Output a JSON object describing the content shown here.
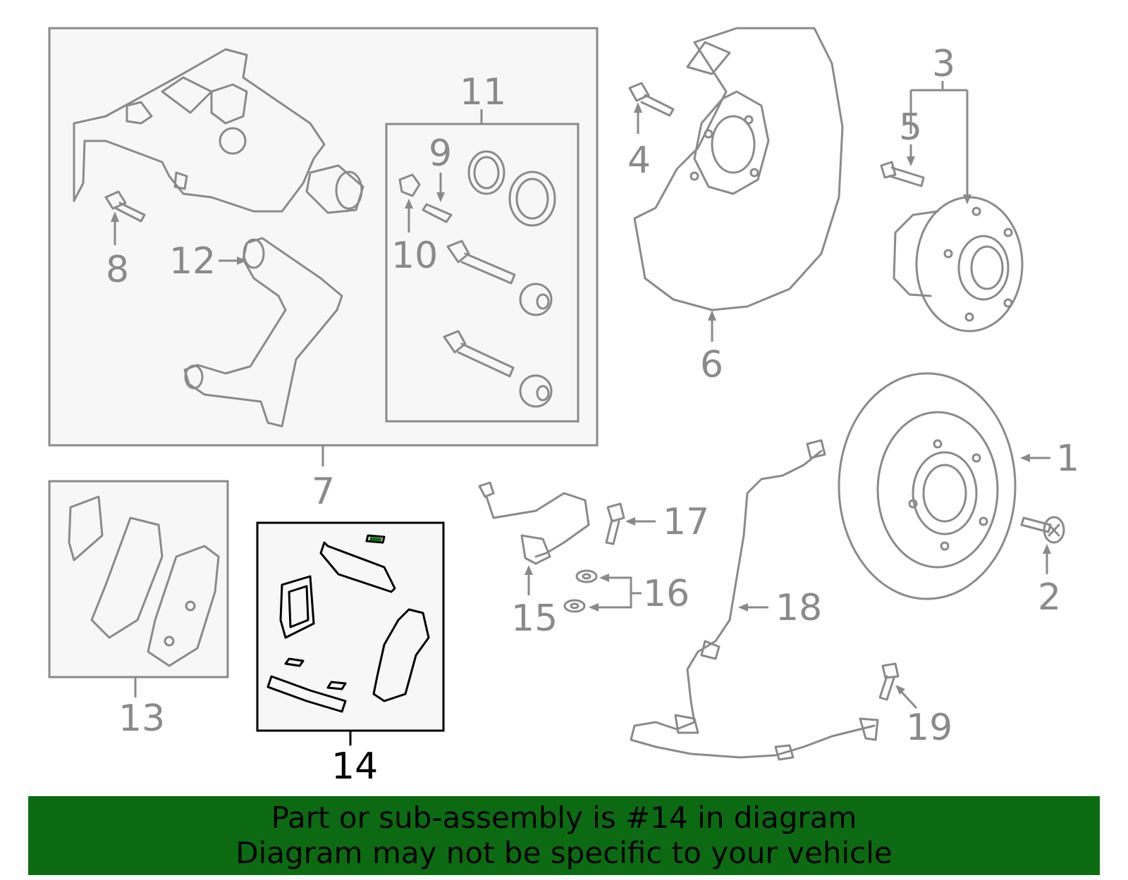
{
  "diagram": {
    "callouts": {
      "c1": "1",
      "c2": "2",
      "c3": "3",
      "c4": "4",
      "c5": "5",
      "c6": "6",
      "c7": "7",
      "c8": "8",
      "c9": "9",
      "c10": "10",
      "c11": "11",
      "c12": "12",
      "c13": "13",
      "c14": "14",
      "c15": "15",
      "c16": "16",
      "c17": "17",
      "c18": "18",
      "c19": "19"
    },
    "highlighted_part": "14",
    "colors": {
      "line": "#8a8a8a",
      "highlight": "#000000",
      "accent": "#0c6b12",
      "box_fill": "#f7f7f7"
    }
  },
  "banner": {
    "line1": "Part or sub-assembly is #14 in diagram",
    "line2": "Diagram may not be specific to your vehicle"
  }
}
